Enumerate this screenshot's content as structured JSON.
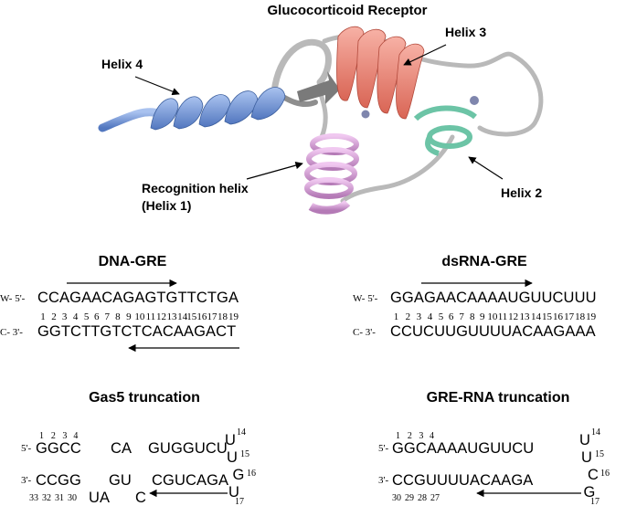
{
  "structure": {
    "title": "Glucocorticoid Receptor",
    "helix4": "Helix 4",
    "helix3": "Helix 3",
    "helix2": "Helix 2",
    "recognition_line1": "Recognition helix",
    "recognition_line2": "(Helix 1)",
    "colors": {
      "helix4": "#6f93d6",
      "helix3": "#f08878",
      "helix2": "#6cc4a6",
      "helix1": "#d7a0d8",
      "coil": "#b9b9b9",
      "zinc": "#7f86ad"
    }
  },
  "dna_gre": {
    "title": "DNA-GRE",
    "w_prefix": "W- 5'-",
    "c_prefix": "C- 3'-",
    "top": "CCAGAACAGAGTGTTCTGA",
    "bottom": "GGTCTTGTCTCACAAGACT",
    "numbers": [
      "1",
      "2",
      "3",
      "4",
      "5",
      "6",
      "7",
      "8",
      "9",
      "10",
      "11",
      "12",
      "13",
      "14",
      "15",
      "16",
      "17",
      "18",
      "19"
    ]
  },
  "dsrna_gre": {
    "title": "dsRNA-GRE",
    "w_prefix": "W- 5'-",
    "c_prefix": "C- 3'-",
    "top": "GGAGAACAAAAUGUUCUUU",
    "bottom": "CCUCUUGUUUUACAAGAAA",
    "numbers": [
      "1",
      "2",
      "3",
      "4",
      "5",
      "6",
      "7",
      "8",
      "9",
      "10",
      "11",
      "12",
      "13",
      "14",
      "15",
      "16",
      "17",
      "18",
      "19"
    ]
  },
  "gas5": {
    "title": "Gas5 truncation",
    "p5": "5'-",
    "p3": "3'-",
    "top_a": "GGCC",
    "top_b": "CA",
    "top_c": "GUGGUCU",
    "top_nums": [
      "1",
      "2",
      "3",
      "4"
    ],
    "bot_a": "CCGG",
    "bot_b": "GU",
    "bot_c": "CGUCAGA",
    "bulge_ua": "UA",
    "bulge_c": "C",
    "bot_nums": [
      "33",
      "32",
      "31",
      "30"
    ],
    "loop": [
      {
        "base": "U",
        "num": "14"
      },
      {
        "base": "U",
        "num": "15"
      },
      {
        "base": "G",
        "num": "16"
      },
      {
        "base": "U",
        "num": "17"
      }
    ]
  },
  "gre_rna": {
    "title": "GRE-RNA truncation",
    "p5": "5'-",
    "p3": "3'-",
    "top": "GGCAAAAUGUUCU",
    "top_nums": [
      "1",
      "2",
      "3",
      "4"
    ],
    "bottom": "CCGUUUUACAAGA",
    "bot_nums": [
      "30",
      "29",
      "28",
      "27"
    ],
    "loop": [
      {
        "base": "U",
        "num": "14"
      },
      {
        "base": "U",
        "num": "15"
      },
      {
        "base": "C",
        "num": "16"
      },
      {
        "base": "G",
        "num": "17"
      }
    ]
  }
}
